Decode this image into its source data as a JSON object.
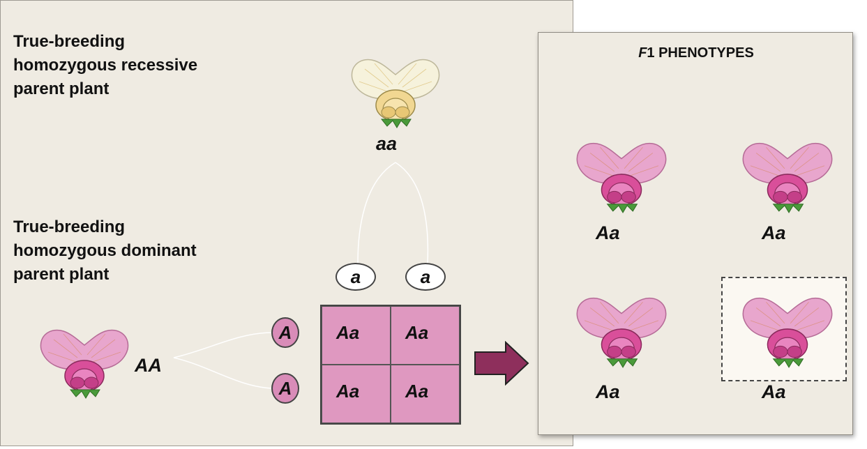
{
  "cross": {
    "recessive_parent_label": [
      "True-breeding",
      "homozygous recessive",
      "parent plant"
    ],
    "dominant_parent_label": [
      "True-breeding",
      "homozygous dominant",
      "parent plant"
    ],
    "recessive_genotype": "aa",
    "dominant_genotype": "AA",
    "gametes_top": [
      "a",
      "a"
    ],
    "gametes_side": [
      "A",
      "A"
    ],
    "punnett": [
      [
        "Aa",
        "Aa"
      ],
      [
        "Aa",
        "Aa"
      ]
    ]
  },
  "phenotypes": {
    "title_italic": "F",
    "title_rest": "1 PHENOTYPES",
    "offspring": [
      "Aa",
      "Aa",
      "Aa",
      "Aa"
    ]
  },
  "colors": {
    "background": "#efebe2",
    "punnett_fill": "#df98c0",
    "arrow": "#8e2f5c",
    "pink_petal": "#e7a3cd",
    "white_petal": "#f5f1dc"
  },
  "icons": [
    "white-pea-flower-icon",
    "pink-pea-flower-icon",
    "right-arrow-icon"
  ]
}
